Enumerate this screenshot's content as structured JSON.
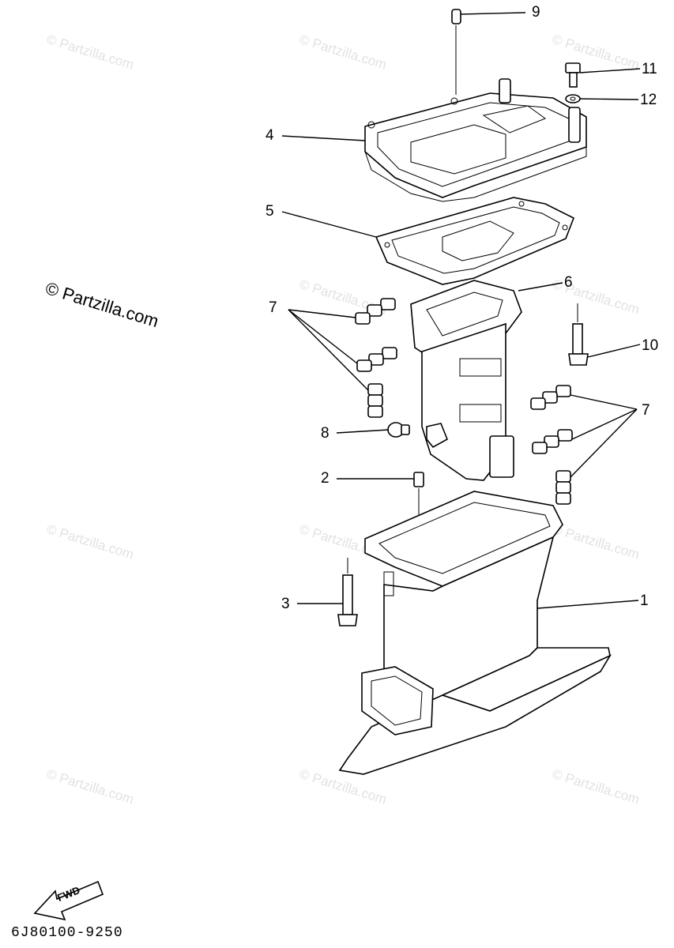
{
  "watermark": {
    "tile_text": "© Partzilla.com",
    "main_text": "© Partzilla.com"
  },
  "callouts": [
    "1",
    "2",
    "3",
    "4",
    "5",
    "6",
    "7",
    "7",
    "8",
    "9",
    "10",
    "11",
    "12"
  ],
  "fwd_label": "FWD",
  "part_code": "6J80100-9250",
  "icons": [
    "fwd-arrow-icon"
  ]
}
